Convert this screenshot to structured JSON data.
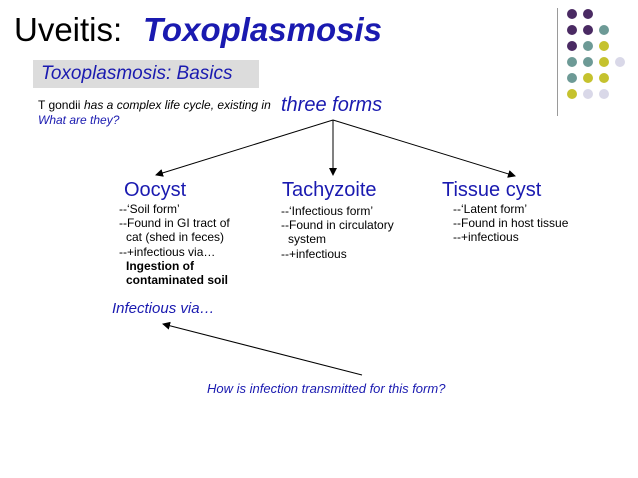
{
  "title": {
    "plain": "Uveitis: ",
    "emphasis": "Toxoplasmosis"
  },
  "subtitle": "Toxoplasmosis: Basics",
  "intro": {
    "plain": "T gondii",
    "italic": " has a complex life cycle, existing in",
    "forms": "three forms",
    "question": "What are they?"
  },
  "forms": [
    {
      "title": "Oocyst",
      "lines": [
        "--‘Soil form’",
        "--Found in GI tract of",
        "  cat (shed in feces)",
        "--+infectious via…",
        "  Ingestion of",
        "  contaminated soil"
      ]
    },
    {
      "title": "Tachyzoite",
      "lines": [
        "--‘Infectious form’",
        "--Found in circulatory",
        "  system",
        "--+infectious"
      ]
    },
    {
      "title": "Tissue cyst",
      "lines": [
        "--‘Latent form’",
        "--Found in host tissue",
        "--+infectious"
      ]
    }
  ],
  "infectious_via": "Infectious via…",
  "transmission_question": "How is infection transmitted for this form?",
  "colors": {
    "accent": "#1a1ab0",
    "dot_purple": "#4a2a63",
    "dot_teal": "#6d9a96",
    "dot_olive": "#c5c22e",
    "dot_lavender": "#d9d8e8"
  }
}
